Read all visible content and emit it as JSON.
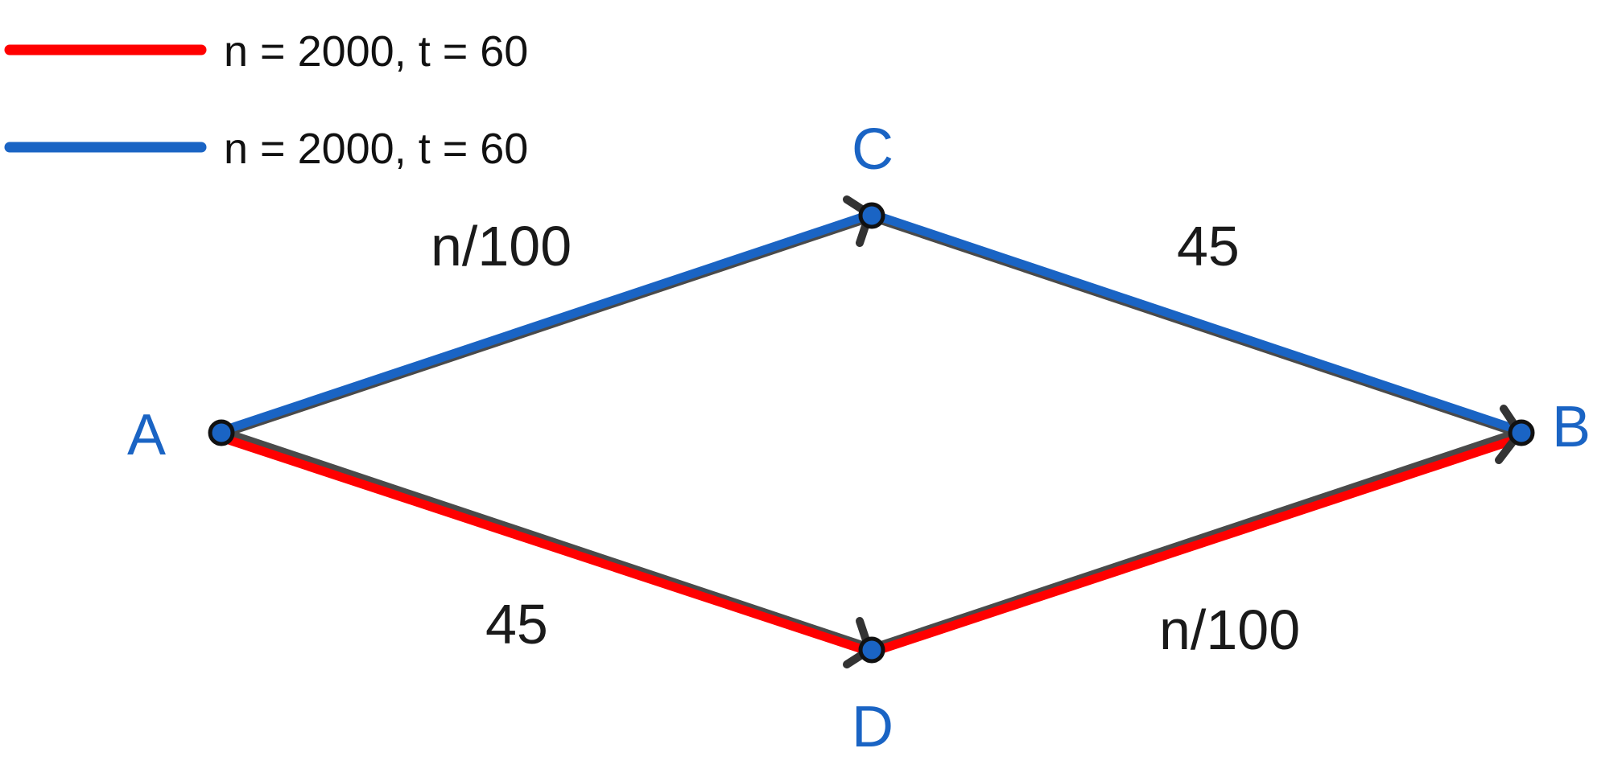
{
  "colors": {
    "red_path": "#ff0000",
    "blue_path": "#1a64c4",
    "node_label": "#1a64c4",
    "node_fill": "#1a64c4",
    "node_stroke": "#111111",
    "arrow": "#333333",
    "text": "#111111"
  },
  "legend": [
    {
      "label": "n = 2000, t = 60",
      "color": "#ff0000"
    },
    {
      "label": "n = 2000, t = 60",
      "color": "#1a64c4"
    }
  ],
  "nodes": {
    "A": "A",
    "B": "B",
    "C": "C",
    "D": "D"
  },
  "edges": {
    "AC": "n/100",
    "CB": "45",
    "AD": "45",
    "DB": "n/100"
  },
  "icons": {
    "arrow": "chevron-arrowhead-icon",
    "node": "dot-icon"
  }
}
